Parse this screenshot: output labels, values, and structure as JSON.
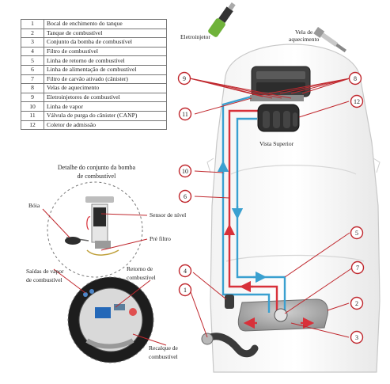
{
  "legend": [
    {
      "num": "1",
      "label": "Bocal de enchimento do tanque"
    },
    {
      "num": "2",
      "label": "Tanque de combustível"
    },
    {
      "num": "3",
      "label": "Conjunto da bomba de combustível"
    },
    {
      "num": "4",
      "label": "Filtro de combustível"
    },
    {
      "num": "5",
      "label": "Linha de retorno de combustível"
    },
    {
      "num": "6",
      "label": "Linha de alimentação de combustível"
    },
    {
      "num": "7",
      "label": "Filtro de carvão ativado (cânister)"
    },
    {
      "num": "8",
      "label": "Velas de aquecimento"
    },
    {
      "num": "9",
      "label": "Eletroinjetores de combustível"
    },
    {
      "num": "10",
      "label": "Linha de vapor"
    },
    {
      "num": "11",
      "label": "Válvula de purga do cânister (CANP)"
    },
    {
      "num": "12",
      "label": "Coletor de admissão"
    }
  ],
  "detail": {
    "title_line1": "Detalhe do conjunto da bomba",
    "title_line2": "de combustível",
    "boia": "Bóia",
    "sensor": "Sensor de nível",
    "pre_filtro": "Pré filtro",
    "saidas_line1": "Saídas de vapor",
    "saidas_line2": "de combustível",
    "retorno_line1": "Retorno de",
    "retorno_line2": "combustível",
    "recalque_line1": "Recalque de",
    "recalque_line2": "combustível"
  },
  "top": {
    "eletroinjetor": "Eletroinjetor",
    "vela_line1": "Vela de",
    "vela_line2": "aquecimento",
    "vista_superior": "Vista Superior"
  },
  "callouts": [
    "9",
    "8",
    "11",
    "12",
    "10",
    "6",
    "5",
    "4",
    "7",
    "1",
    "2",
    "3"
  ],
  "colors": {
    "feed": "#d8313a",
    "return": "#3aa0d0",
    "callout": "#c0282e"
  }
}
